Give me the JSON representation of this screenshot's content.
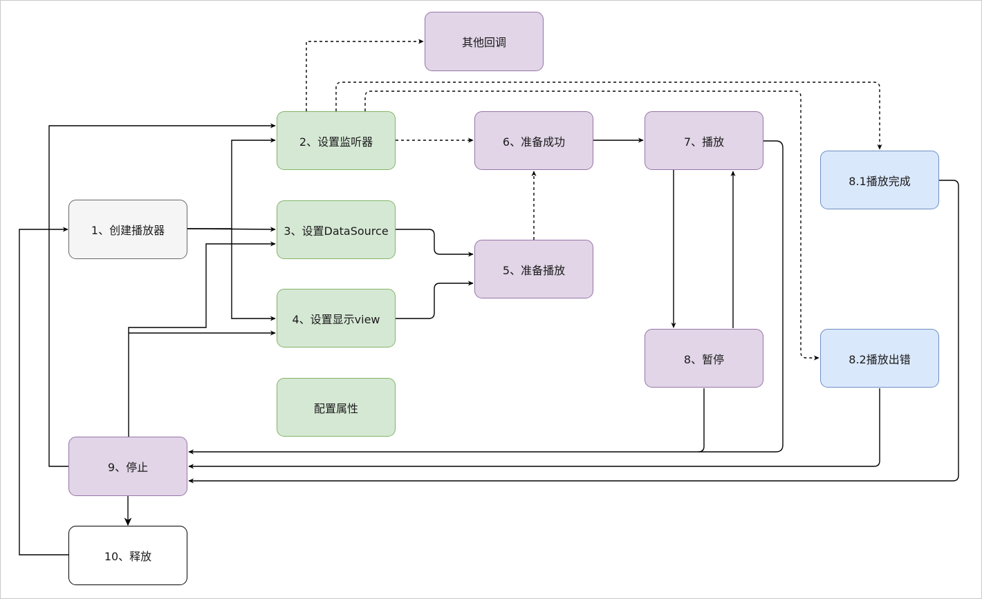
{
  "nodes": {
    "create": "1、创建播放器",
    "listener": "2、设置监听器",
    "datasource": "3、设置DataSource",
    "view": "4、设置显示view",
    "prepare": "5、准备播放",
    "prepared": "6、准备成功",
    "play": "7、播放",
    "pause": "8、暂停",
    "complete": "8.1播放完成",
    "error": "8.2播放出错",
    "stop": "9、停止",
    "release": "10、释放",
    "callbacks": "其他回调",
    "config": "配置属性"
  },
  "colors": {
    "green_fill": "#d5e8d4",
    "green_stroke": "#82b366",
    "purple_fill": "#e1d5e7",
    "purple_stroke": "#9673a6",
    "blue_fill": "#dae8fc",
    "blue_stroke": "#6c8ebf",
    "gray_fill": "#f5f5f5",
    "gray_stroke": "#666666"
  }
}
